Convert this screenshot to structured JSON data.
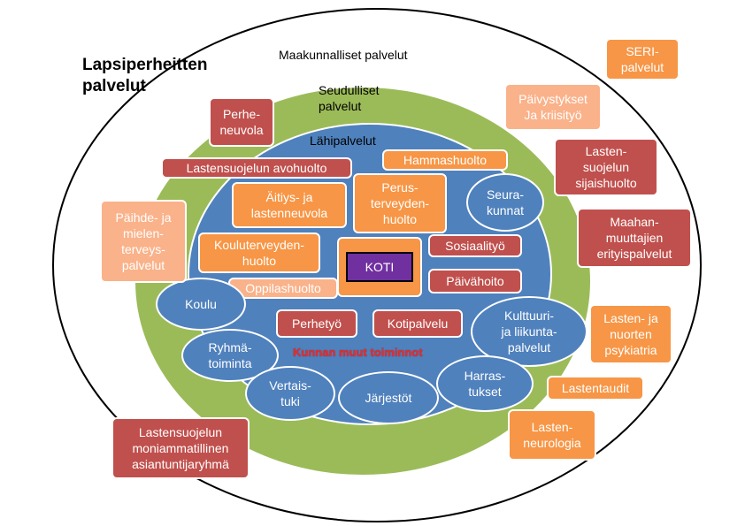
{
  "diagram": {
    "title": "Lapsiperheitten\npalvelut",
    "ring_labels": {
      "maakunnalliset": "Maakunnalliset palvelut",
      "seudulliset": "Seudulliset\npalvelut",
      "lahipalvelut": "Lähipalvelut"
    },
    "center": "KOTI",
    "kunnan_muut_toiminnot": "Kunnan muut toiminnot",
    "boxes": {
      "perheneuvola": "Perhe-\nneuvola",
      "lastensuojelun_avohuolto": "Lastensuojelun avohuolto",
      "hammashuolto": "Hammashuolto",
      "aitiys_lastenneuvola": "Äitiys- ja\nlastenneuvola",
      "perusterveydenhuolto": "Perus-\nterveyden-\nhuolto",
      "kouluterveydenhuolto": "Kouluterveyden-\nhuolto",
      "sosiaalityo": "Sosiaalityö",
      "oppilashuolto": "Oppilashuolto",
      "paivahoito": "Päivähoito",
      "perhetyo": "Perhetyö",
      "kotipalvelu": "Kotipalvelu",
      "paihde_mielenterveyspalvelut": "Päihde- ja\nmielen-\nterveys-\npalvelut",
      "seri_palvelut": "SERI-\npalvelut",
      "paivystykset_kriisityo": "Päivystykset\nJa kriisityö",
      "lastensuojelun_sijaishuolto": "Lasten-\nsuojelun\nsijaishuolto",
      "maahanmuuttajien_erityispalvelut": "Maahan-\nmuuttajien\nerityispalvelut",
      "lasten_nuorten_psykiatria": "Lasten- ja\nnuorten\npsykiatria",
      "lastentaudit": "Lastentaudit",
      "lastenneurologia": "Lasten-\nneurologia",
      "lastensuojelun_asiantuntijaryhma": "Lastensuojelun\nmoniammatillinen\nasiantuntijaryhmä"
    },
    "ovals": {
      "seurakunnat": "Seura-\nkunnat",
      "koulu": "Koulu",
      "kulttuuri_liikunta": "Kulttuuri-\nja liikunta-\npalvelut",
      "ryhmatoiminta": "Ryhmä-\ntoiminta",
      "vertaistuki": "Vertais-\ntuki",
      "jarjestot": "Järjestöt",
      "harrastukset": "Harras-\ntukset"
    },
    "colors": {
      "outer_ring": "#ffffff",
      "outer_ring_border": "#000000",
      "seudulliset_ring": "#9bbb59",
      "lahipalvelut_area": "#4f81bd",
      "red_box": "#c0504d",
      "orange_box": "#f79646",
      "light_orange_box": "#fab28a",
      "koti": "#7030a0",
      "kunnan_text": "#e03030"
    }
  }
}
